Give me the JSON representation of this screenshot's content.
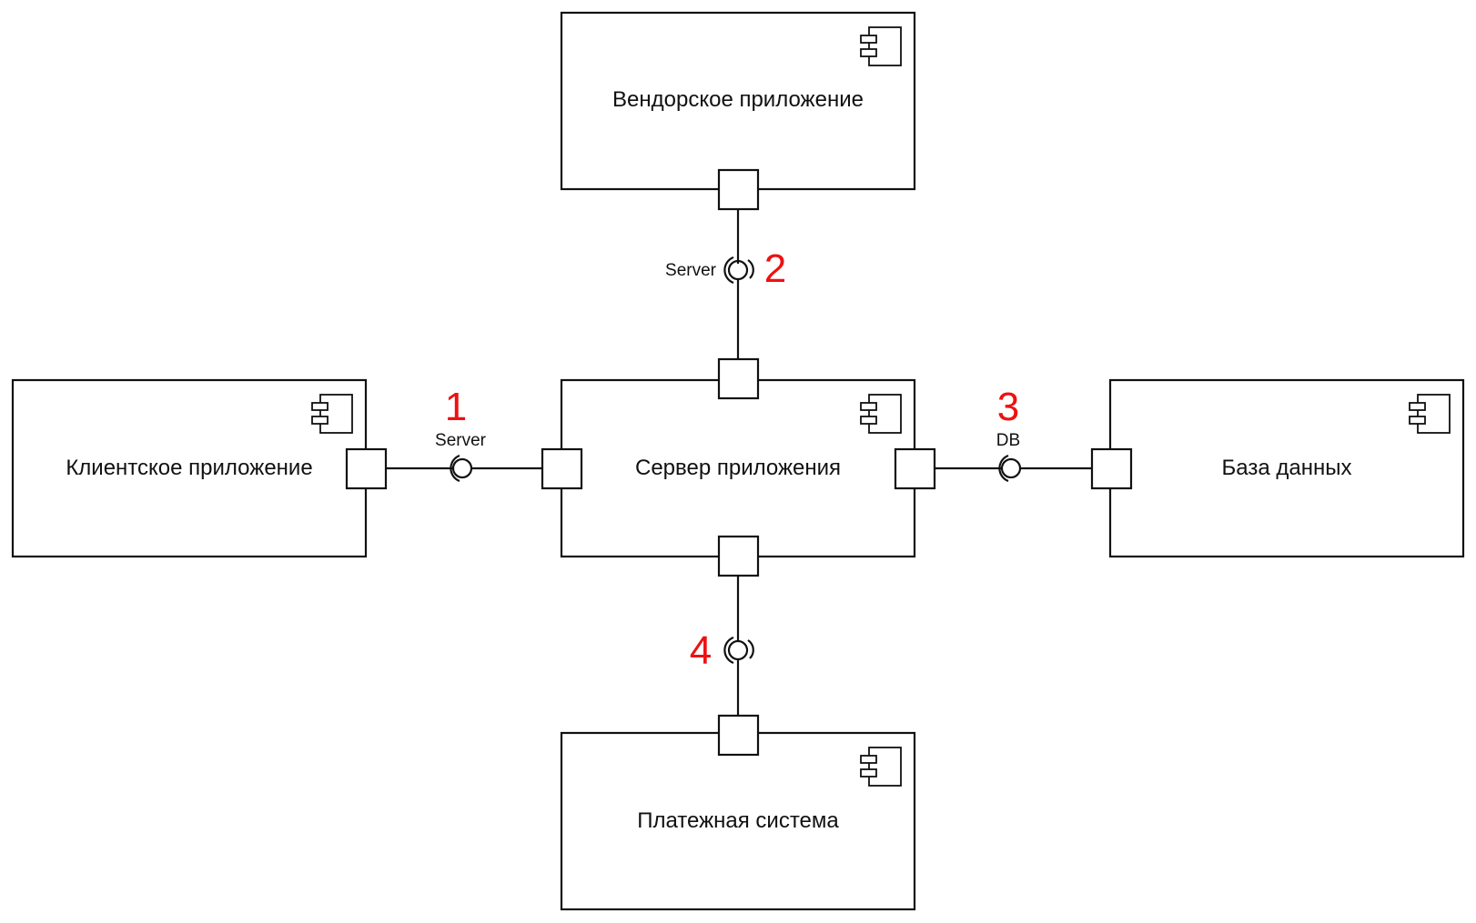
{
  "components": {
    "vendor": {
      "label": "Вендорское приложение"
    },
    "client": {
      "label": "Клиентское приложение"
    },
    "server": {
      "label": "Сервер приложения"
    },
    "database": {
      "label": "База данных"
    },
    "payment": {
      "label": "Платежная система"
    }
  },
  "interfaces": {
    "i1": {
      "name": "Server",
      "number": "1"
    },
    "i2": {
      "name": "Server",
      "number": "2"
    },
    "i3": {
      "name": "DB",
      "number": "3"
    },
    "i4": {
      "name": "",
      "number": "4"
    }
  },
  "colors": {
    "line": "#111111",
    "number": "#ee1111",
    "background": "#ffffff"
  },
  "icon": "component-icon"
}
